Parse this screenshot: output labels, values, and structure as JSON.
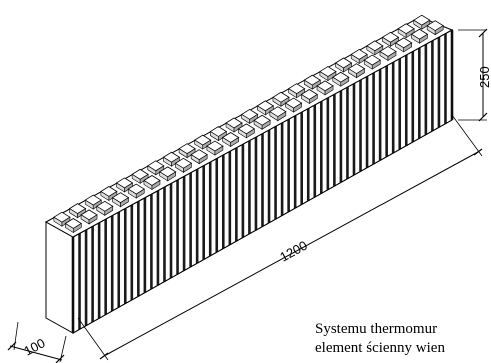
{
  "dimensions": {
    "length": "1200",
    "height": "250",
    "width": "100"
  },
  "caption": {
    "line1": "Systemu thermomur",
    "line2": "element ścienny wien"
  },
  "colors": {
    "line": "#000000",
    "fin_dark": "#1a1a1a",
    "background": "#ffffff"
  }
}
